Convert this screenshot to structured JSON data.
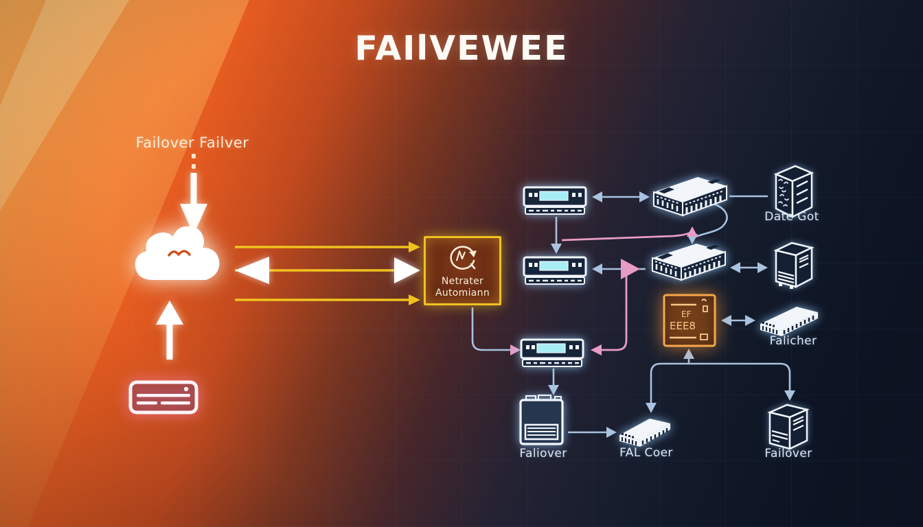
{
  "title": "FAIlVEWEE",
  "colors": {
    "background_orange": "#f4762a",
    "background_navy": "#0d1524",
    "accent_yellow": "#f0c21e",
    "connector_blue": "#a9c2e0",
    "connector_pink": "#e79cc5",
    "screen_cyan": "#a8ecf4",
    "device_stroke": "#f2f6fb",
    "panel_glow_orange": "#f5a849"
  },
  "nodes": {
    "cloud": {
      "label": "Failover Failver",
      "icon": "cloud-icon"
    },
    "automation_box": {
      "line1": "Netrater",
      "line2": "Automiann",
      "icon": "refresh-icon"
    },
    "router_top": {
      "icon": "router-icon"
    },
    "router_mid": {
      "icon": "router-icon"
    },
    "router_bottom": {
      "icon": "router-icon"
    },
    "switch_top": {
      "icon": "patch-panel-icon"
    },
    "switch_mid": {
      "icon": "patch-panel-icon"
    },
    "date_got_server": {
      "label": "Date Got",
      "icon": "server-box-icon"
    },
    "right_server": {
      "icon": "server-tower-icon"
    },
    "orange_panel": {
      "glyph1": "EF",
      "glyph2": "EEE8",
      "icon": "config-panel-icon"
    },
    "falicher_switch": {
      "label": "Falicher",
      "icon": "switch-icon"
    },
    "printer": {
      "label": "Faliover",
      "icon": "printer-icon"
    },
    "fal_coer_switch": {
      "label": "FAL Coer",
      "icon": "switch-icon"
    },
    "failover_server": {
      "label": "Failover",
      "icon": "server-tower-icon"
    },
    "modem": {
      "icon": "modem-icon"
    }
  }
}
